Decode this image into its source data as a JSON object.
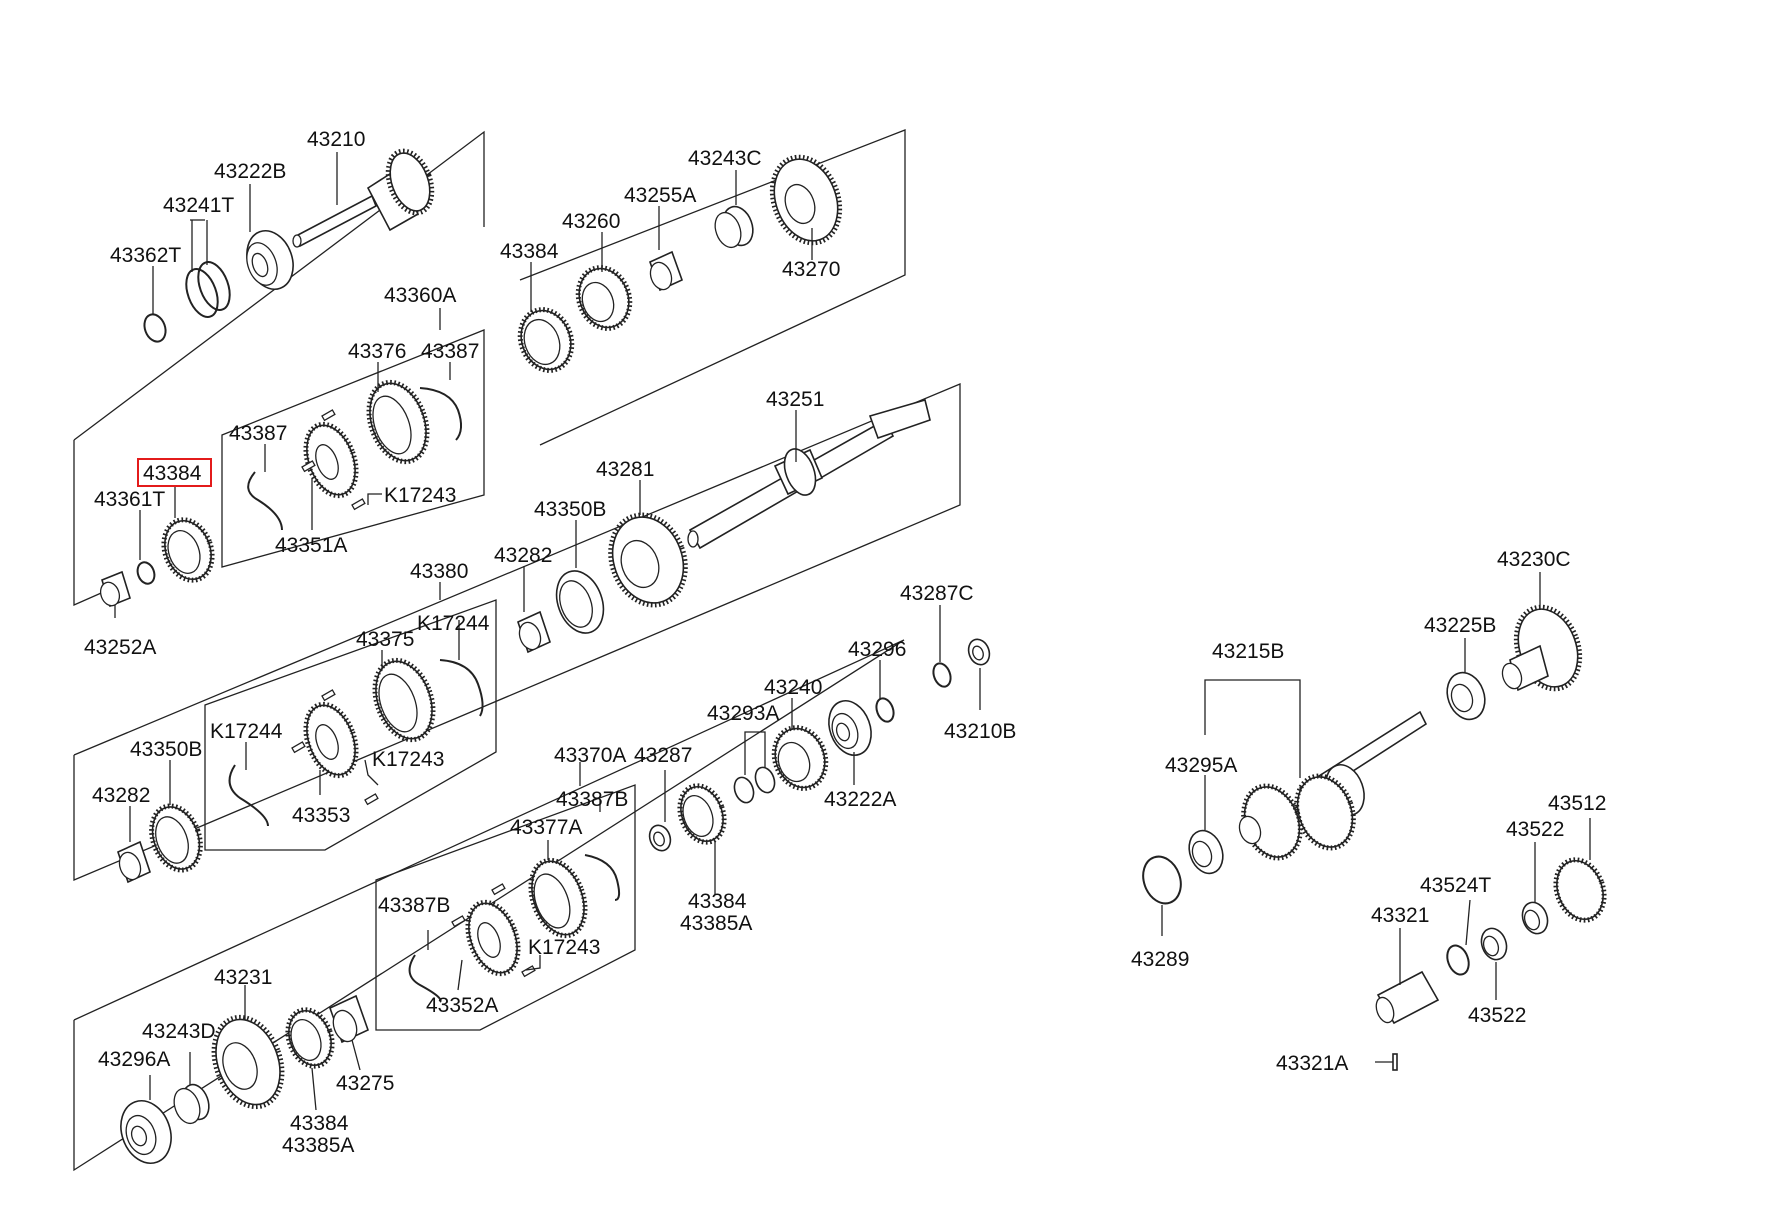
{
  "diagram": {
    "highlighted_part": "43384",
    "highlight_color": "#e31b1b",
    "line_color": "#222222"
  },
  "labels": {
    "p43210": "43210",
    "p43222B": "43222B",
    "p43241T": "43241T",
    "p43362T": "43362T",
    "p43243C": "43243C",
    "p43255A": "43255A",
    "p43260": "43260",
    "p43384_top": "43384",
    "p43270": "43270",
    "p43360A": "43360A",
    "p43376": "43376",
    "p43387_a": "43387",
    "p43387_b": "43387",
    "p43384_hl": "43384",
    "p43361T": "43361T",
    "pK17243_a": "K17243",
    "p43351A": "43351A",
    "p43252A": "43252A",
    "p43251": "43251",
    "p43281": "43281",
    "p43350B_a": "43350B",
    "p43282_a": "43282",
    "p43380": "43380",
    "pK17244_a": "K17244",
    "p43375": "43375",
    "pK17244_b": "K17244",
    "p43350B_b": "43350B",
    "pK17243_b": "K17243",
    "p43282_b": "43282",
    "p43353": "43353",
    "p43287C": "43287C",
    "p43296": "43296",
    "p43240": "43240",
    "p43210B": "43210B",
    "p43293A": "43293A",
    "p43370A": "43370A",
    "p43287": "43287",
    "p43387B_a": "43387B",
    "p43377A": "43377A",
    "p43222A": "43222A",
    "p43387B_b": "43387B",
    "pK17243_c": "K17243",
    "p43352A": "43352A",
    "p43384_mid": "43384",
    "p43385A_mid": "43385A",
    "p43231": "43231",
    "p43243D": "43243D",
    "p43296A": "43296A",
    "p43275": "43275",
    "p43384_bot": "43384",
    "p43385A_bot": "43385A",
    "p43230C": "43230C",
    "p43215B": "43215B",
    "p43225B": "43225B",
    "p43295A": "43295A",
    "p43512": "43512",
    "p43522_a": "43522",
    "p43524T": "43524T",
    "p43321": "43321",
    "p43289": "43289",
    "p43522_b": "43522",
    "p43321A": "43321A"
  }
}
